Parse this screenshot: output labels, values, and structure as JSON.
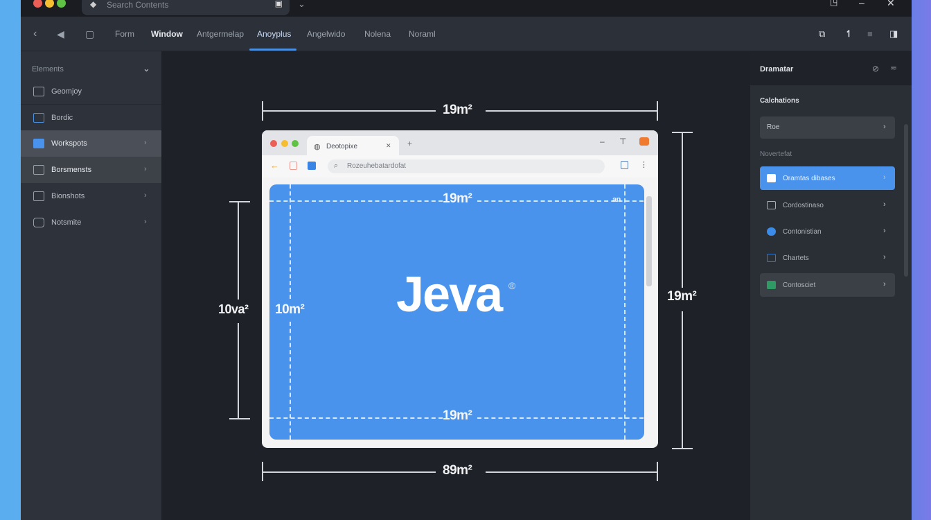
{
  "titlebar": {
    "address_text": "Search Contents",
    "traffic_lights": [
      "#ec5f56",
      "#f5bd30",
      "#5fc245"
    ]
  },
  "nav": {
    "tabs": [
      {
        "label": "Form",
        "style": "normal"
      },
      {
        "label": "Window",
        "style": "bold"
      },
      {
        "label": "Antgermelap",
        "style": "normal"
      },
      {
        "label": "Anoyplus",
        "style": "active"
      },
      {
        "label": "Angelwido",
        "style": "normal"
      },
      {
        "label": "Nolena",
        "style": "normal"
      },
      {
        "label": "Noraml",
        "style": "normal"
      }
    ],
    "accent": "#4a8fe0"
  },
  "left_sidebar": {
    "header": "Elements",
    "items": [
      {
        "label": "Geomjoy",
        "icon": "grid-icon",
        "chevron": false
      },
      {
        "label": "Bordic",
        "icon": "layout-icon",
        "chevron": false
      },
      {
        "label": "Workspots",
        "icon": "window-icon",
        "chevron": true,
        "selected": true
      },
      {
        "label": "Borsmensts",
        "icon": "panel-icon",
        "chevron": true,
        "selected2": true
      },
      {
        "label": "Bionshots",
        "icon": "table-icon",
        "chevron": true
      },
      {
        "label": "Notsmite",
        "icon": "globe-icon",
        "chevron": true
      }
    ]
  },
  "canvas": {
    "dim_top": "19m²",
    "dim_bottom": "89m²",
    "dim_left_outer": "10va²",
    "dim_right": "19m²",
    "inner_top": "19m²",
    "inner_bottom": "19m²",
    "inner_left": "10m²",
    "inner_corner": "an",
    "browser": {
      "tab_title": "Deotopixe",
      "url": "Rozeuhebatardofat"
    },
    "logo_text": "Jeva",
    "logo_mark": "®",
    "content_color": "#4a93ec"
  },
  "right_sidebar": {
    "title": "Dramatar",
    "section1": "Calchations",
    "field1": "Roe",
    "section2": "Novertefat",
    "items": [
      {
        "label": "Oramtas dibases",
        "style": "blue",
        "icon_color": "#ffffff"
      },
      {
        "label": "Cordostinaso",
        "style": "none",
        "icon_color": "#aab0b8"
      },
      {
        "label": "Contonistian",
        "style": "none",
        "icon_color": "#3a8ce8"
      },
      {
        "label": "Chartets",
        "style": "none",
        "icon_color": "#3a78c8"
      },
      {
        "label": "Contosciet",
        "style": "gray",
        "icon_color": "#2f9a63"
      }
    ]
  }
}
